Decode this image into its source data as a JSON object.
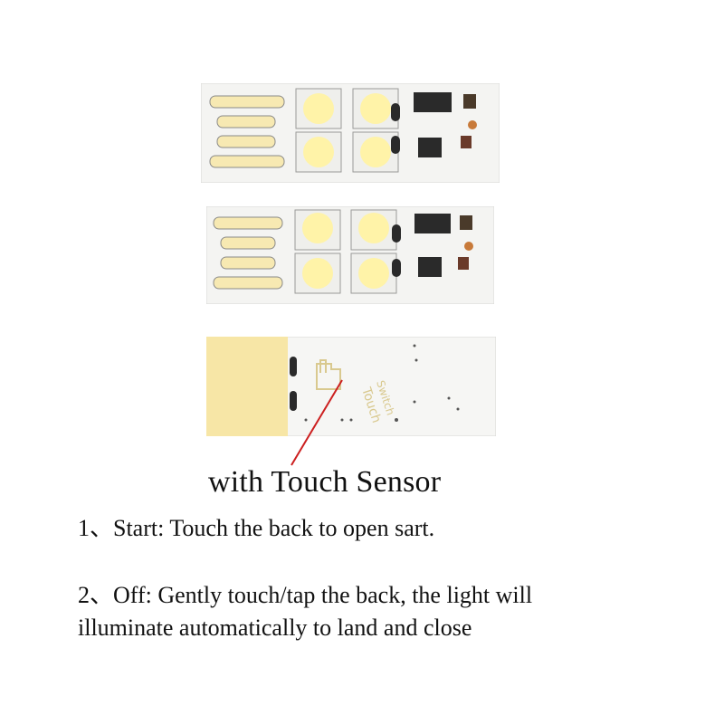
{
  "board_front_1": {
    "kind": "usb-led-board-front"
  },
  "board_front_2": {
    "kind": "usb-led-board-front"
  },
  "board_back": {
    "kind": "usb-led-board-back-touch",
    "silkscreen_line1": "Touch",
    "silkscreen_line2": "Switch"
  },
  "callout": {
    "text": "with Touch Sensor",
    "pointer_color": "#cc1f1f"
  },
  "steps": [
    {
      "text": "1、Start: Touch the back to open sart."
    },
    {
      "text": "2、Off: Gently touch/tap the back, the light will"
    },
    {
      "text": "illuminate automatically to land and close"
    }
  ],
  "colors": {
    "pcb": "#f4f4f2",
    "usb_contact": "#f7e9b2",
    "led_yellow": "#fff3a8",
    "component_dark": "#2a2a2a"
  }
}
